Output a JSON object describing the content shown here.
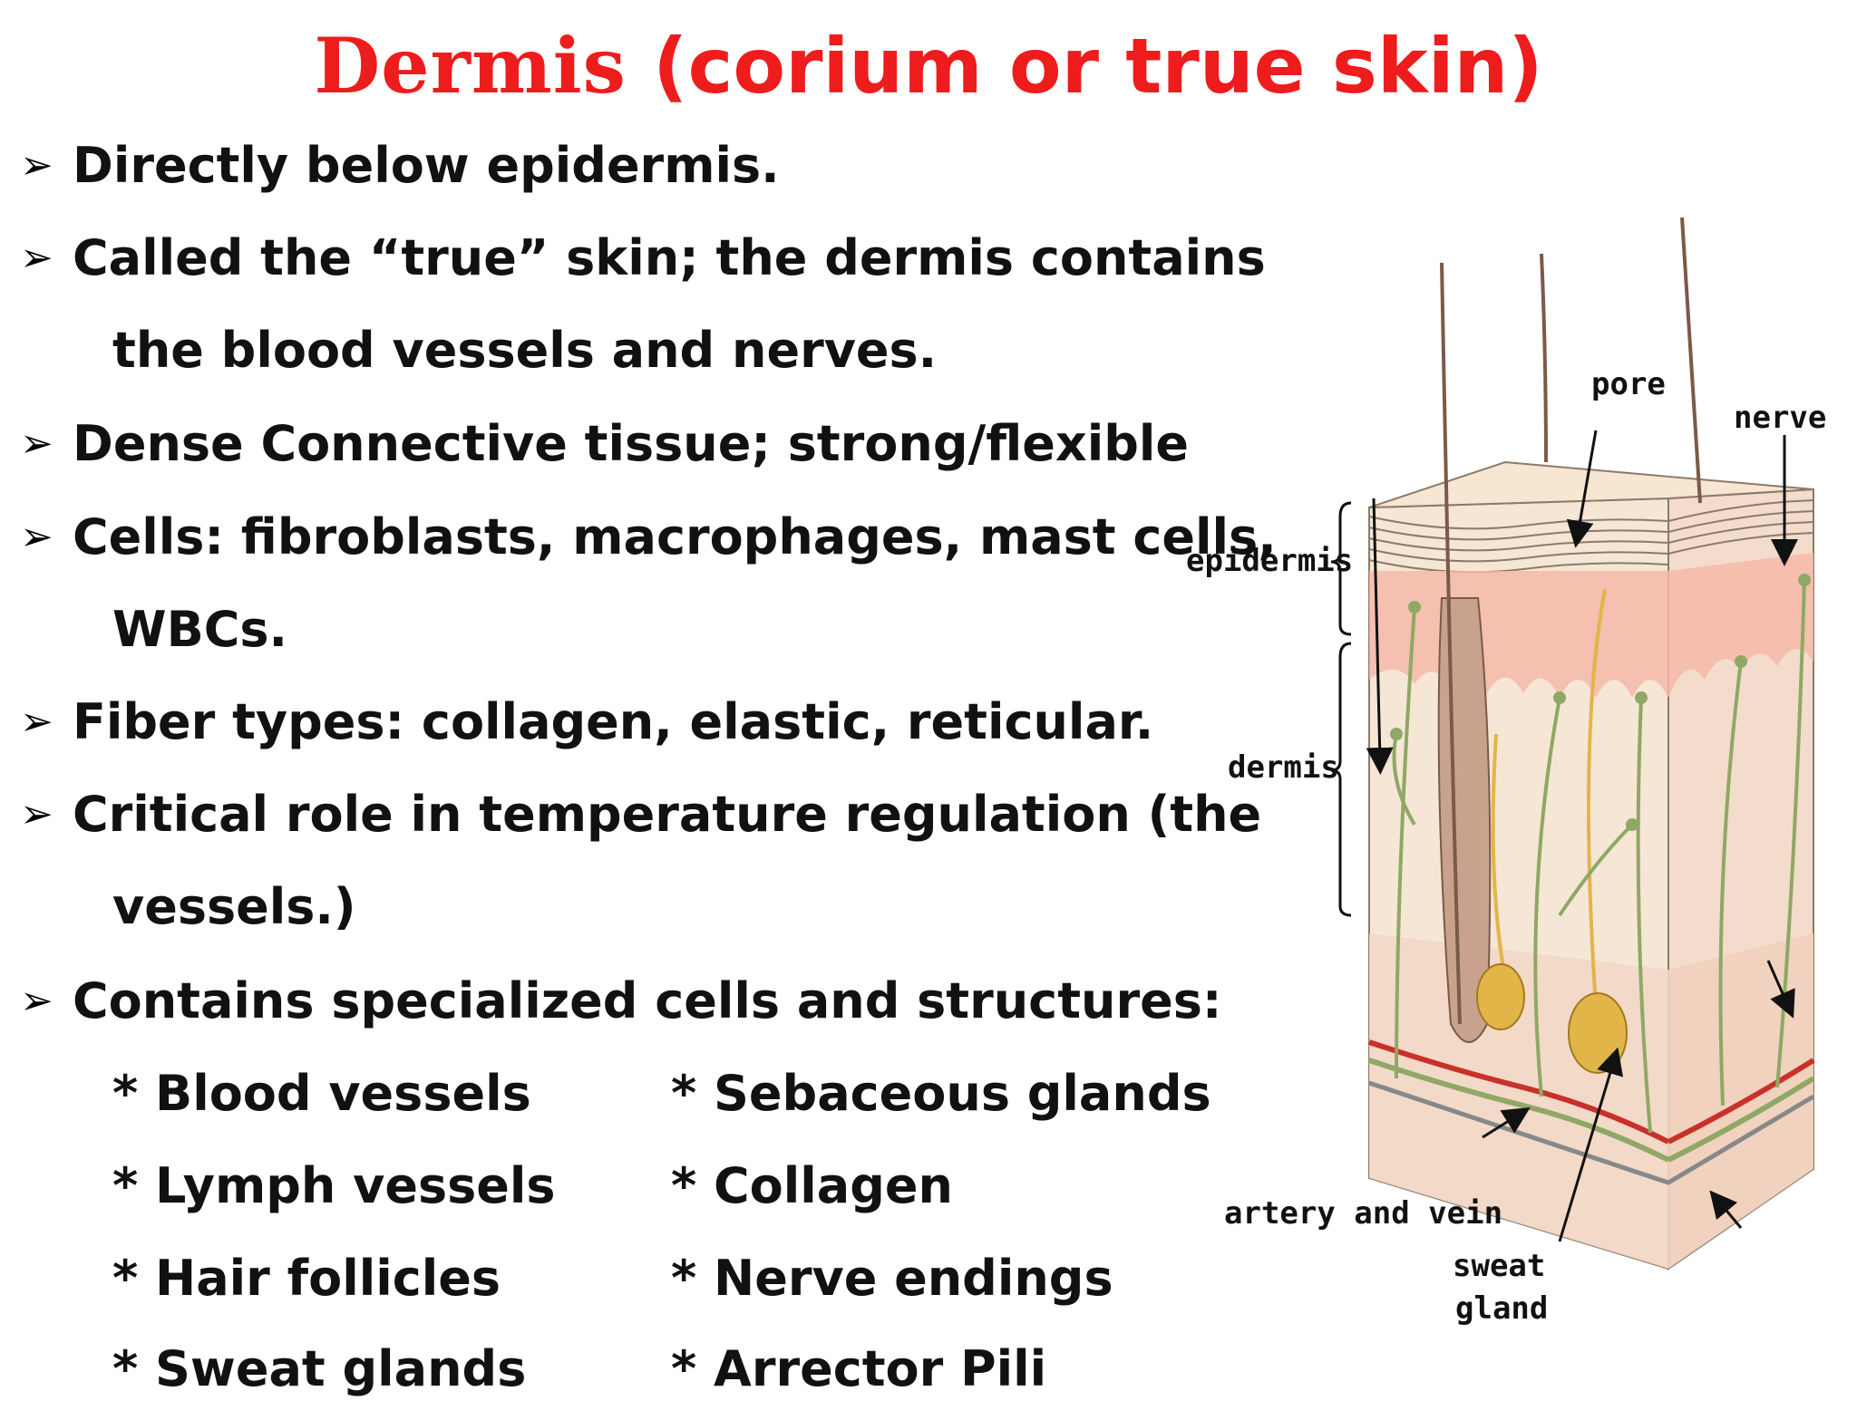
{
  "slide": {
    "title_main": "Dermis",
    "title_rest": " (corium or true skin)",
    "bullet_glyph": "➢",
    "bullets": [
      {
        "lines": [
          "Directly below epidermis."
        ]
      },
      {
        "lines": [
          "Called the “true” skin; the dermis contains",
          "the blood vessels and nerves."
        ]
      },
      {
        "lines": [
          "Dense Connective tissue; strong/flexible"
        ]
      },
      {
        "lines": [
          "Cells: fibroblasts, macrophages, mast cells,",
          "WBCs."
        ]
      },
      {
        "lines": [
          "Fiber types: collagen, elastic, reticular."
        ]
      },
      {
        "lines": [
          "Critical role in temperature regulation (the",
          "vessels.)"
        ]
      },
      {
        "lines": [
          "Contains specialized cells and structures:"
        ]
      }
    ],
    "structures_left": [
      "* Blood vessels",
      "* Lymph vessels",
      "* Hair follicles",
      "* Sweat glands"
    ],
    "structures_right": [
      "* Sebaceous glands",
      "* Collagen",
      "* Nerve endings",
      "* Arrector Pili"
    ]
  },
  "diagram": {
    "labels": {
      "pore": "pore",
      "nerve": "nerve",
      "epidermis": "epidermis",
      "dermis": "dermis",
      "artery_vein": "artery and vein",
      "sweat_gland_1": "sweat",
      "sweat_gland_2": "gland"
    },
    "colors": {
      "skin_surface": "#f7e7d2",
      "epidermis_pink": "#f4b8a8",
      "dermis_fill": "#f6e6d6",
      "hypodermis": "#f3dccb",
      "nerve_green": "#8fa865",
      "gland_yellow": "#e2b548",
      "vessel_red": "#c8312a"
    }
  }
}
